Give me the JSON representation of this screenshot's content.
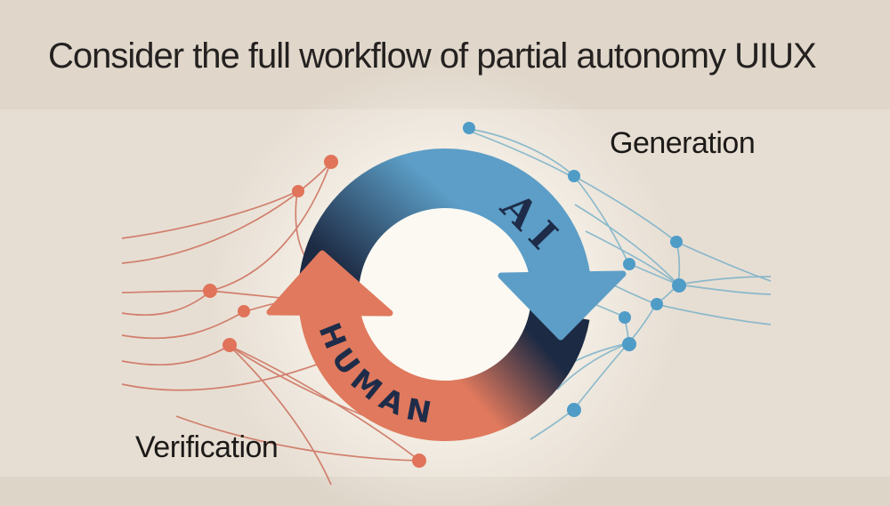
{
  "slide": {
    "title": "Consider the full workflow of partial autonomy UIUX"
  },
  "diagram": {
    "generation_label": "Generation",
    "verification_label": "Verification",
    "ai_label": "AI",
    "human_label": "HUMAN"
  },
  "colors": {
    "background": "#e7ded3",
    "band_top": "#e0d6ca",
    "band_bottom": "#ded5c9",
    "glow": "#fdfaf2",
    "inner_circle": "#fcf9f3",
    "ring_blue": "#5c9ec7",
    "ring_navy": "#1d2a43",
    "ring_salmon": "#e0795d",
    "line_salmon": "#cd6e5a",
    "dot_salmon": "#e0735a",
    "line_blue": "#7ab1c8",
    "dot_blue": "#4f9cc7",
    "title_text": "#242120",
    "label_text": "#1c1a18",
    "arc_text": "#1e2c49"
  }
}
